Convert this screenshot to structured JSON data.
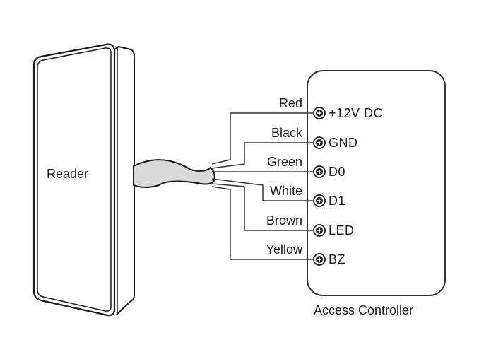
{
  "reader": {
    "label": "Reader"
  },
  "controller": {
    "label": "Access Controller"
  },
  "connections": [
    {
      "wire": "Red",
      "terminal": "+12V DC"
    },
    {
      "wire": "Black",
      "terminal": "GND"
    },
    {
      "wire": "Green",
      "terminal": "D0"
    },
    {
      "wire": "White",
      "terminal": "D1"
    },
    {
      "wire": "Brown",
      "terminal": "LED"
    },
    {
      "wire": "Yellow",
      "terminal": "BZ"
    }
  ],
  "colors": {
    "stroke": "#1a1a1a",
    "cable_fill": "#d9d9d9",
    "background": "#ffffff"
  }
}
